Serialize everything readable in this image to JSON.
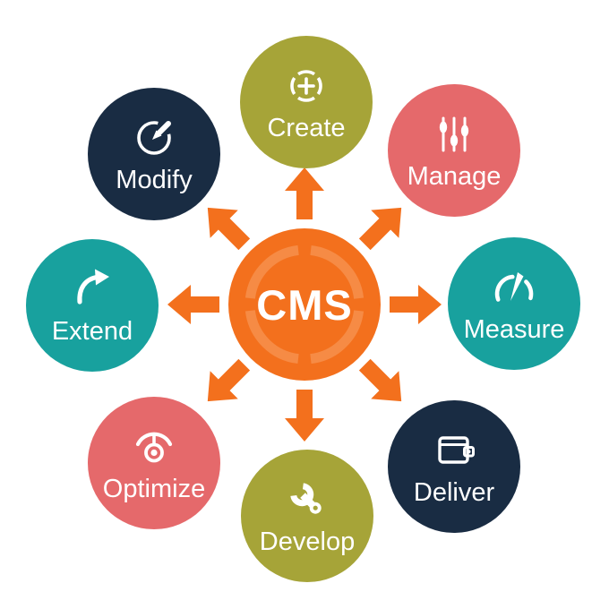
{
  "diagram": {
    "title": "CMS",
    "hub": {
      "label": "CMS",
      "color": "#f3701d",
      "ring_color": "#f68b45",
      "text_color": "#ffffff"
    },
    "arrow_color": "#f3701d",
    "nodes": [
      {
        "id": "create",
        "label": "Create",
        "icon": "plus-target-icon",
        "color": "#a6a438",
        "position": "top"
      },
      {
        "id": "manage",
        "label": "Manage",
        "icon": "sliders-icon",
        "color": "#e5696b",
        "position": "top-right"
      },
      {
        "id": "measure",
        "label": "Measure",
        "icon": "speedometer-icon",
        "color": "#18a19e",
        "position": "right"
      },
      {
        "id": "deliver",
        "label": "Deliver",
        "icon": "wallet-icon",
        "color": "#192c43",
        "position": "bottom-right"
      },
      {
        "id": "develop",
        "label": "Develop",
        "icon": "wrench-icon",
        "color": "#a6a438",
        "position": "bottom"
      },
      {
        "id": "optimize",
        "label": "Optimize",
        "icon": "meter-dial-icon",
        "color": "#e5696b",
        "position": "bottom-left"
      },
      {
        "id": "extend",
        "label": "Extend",
        "icon": "curved-arrow-icon",
        "color": "#18a19e",
        "position": "left"
      },
      {
        "id": "modify",
        "label": "Modify",
        "icon": "edit-pencil-icon",
        "color": "#192c43",
        "position": "top-left"
      }
    ]
  }
}
